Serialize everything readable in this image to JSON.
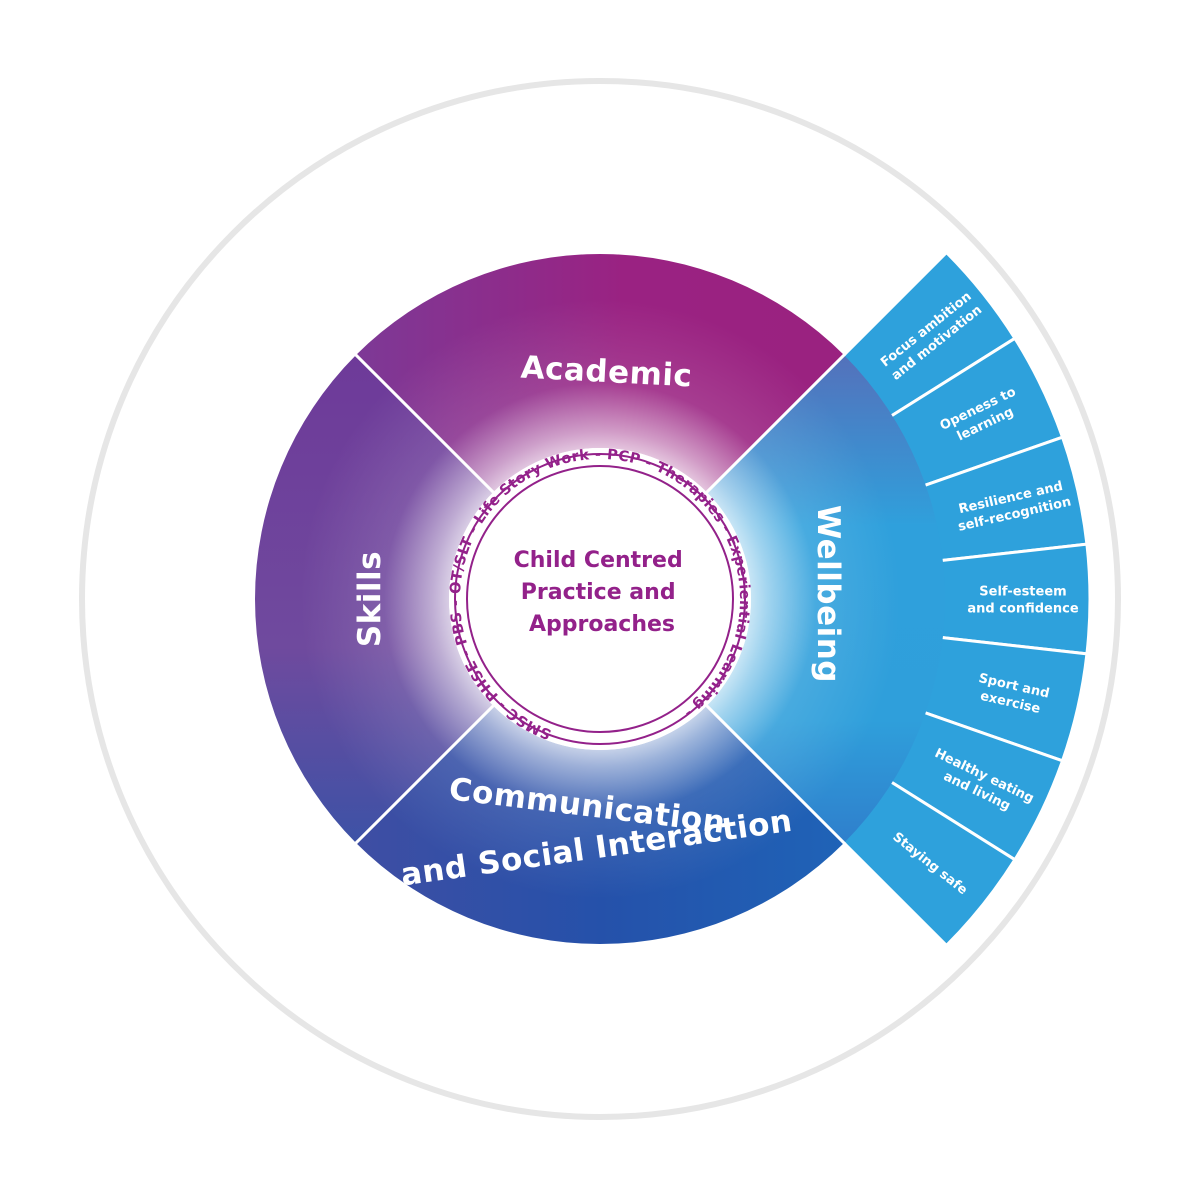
{
  "center": {
    "lines": [
      "Child Centred",
      "Practice and",
      "Approaches"
    ],
    "ring_text": "SMSC - PHSE - PBS - OT/SLT - Life Story Work - PCP - Therapies - Experiential Learning -"
  },
  "segments": {
    "academic": {
      "label": "Academic"
    },
    "wellbeing": {
      "label": "Wellbeing"
    },
    "communication": {
      "line1": "Communication",
      "line2": "and Social Interaction"
    },
    "skills": {
      "label": "Skills"
    }
  },
  "wellbeing_items": [
    {
      "lines": [
        "Focus ambition",
        "and motivation"
      ]
    },
    {
      "lines": [
        "Openess to",
        "learning"
      ]
    },
    {
      "lines": [
        "Resilience and",
        "self-recognition"
      ]
    },
    {
      "lines": [
        "Self-esteem",
        "and confidence"
      ]
    },
    {
      "lines": [
        "Sport and",
        "exercise"
      ]
    },
    {
      "lines": [
        "Healthy eating",
        "and living"
      ]
    },
    {
      "lines": [
        "Staying safe"
      ]
    }
  ],
  "colors": {
    "academic": "#96237f",
    "skills": "#6c3d97",
    "communication": "#2350a8",
    "wellbeing": "#2ea1dc",
    "sub_segment": "#2ea1dc",
    "center_text": "#93218a",
    "outer_ring": "#e6e6e6"
  }
}
